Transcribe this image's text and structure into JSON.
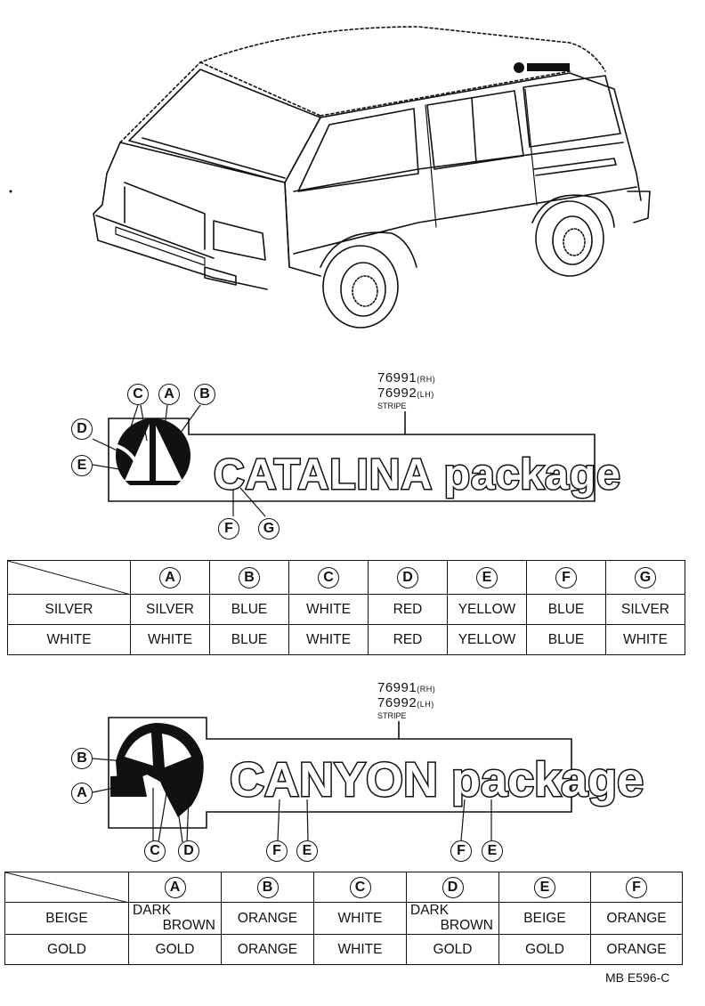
{
  "catalina": {
    "part_numbers": {
      "rh": "76991",
      "rh_suffix": "(RH)",
      "lh": "76992",
      "lh_suffix": "(LH)",
      "name": "STRIPE"
    },
    "logo_text": "CATALINA package",
    "callouts": [
      "A",
      "B",
      "C",
      "D",
      "E",
      "F",
      "G"
    ],
    "table": {
      "columns": [
        "A",
        "B",
        "C",
        "D",
        "E",
        "F",
        "G"
      ],
      "rows": [
        {
          "label": "SILVER",
          "values": [
            "SILVER",
            "BLUE",
            "WHITE",
            "RED",
            "YELLOW",
            "BLUE",
            "SILVER"
          ]
        },
        {
          "label": "WHITE",
          "values": [
            "WHITE",
            "BLUE",
            "WHITE",
            "RED",
            "YELLOW",
            "BLUE",
            "WHITE"
          ]
        }
      ]
    }
  },
  "canyon": {
    "part_numbers": {
      "rh": "76991",
      "rh_suffix": "(RH)",
      "lh": "76992",
      "lh_suffix": "(LH)",
      "name": "STRIPE"
    },
    "logo_text": "CANYON package",
    "callouts": [
      "A",
      "B",
      "C",
      "D",
      "E",
      "F"
    ],
    "table": {
      "columns": [
        "A",
        "B",
        "C",
        "D",
        "E",
        "F"
      ],
      "rows": [
        {
          "label": "BEIGE",
          "values": [
            [
              "DARK",
              "BROWN"
            ],
            "ORANGE",
            "WHITE",
            [
              "DARK",
              "BROWN"
            ],
            "BEIGE",
            "ORANGE"
          ]
        },
        {
          "label": "GOLD",
          "values": [
            "GOLD",
            "ORANGE",
            "WHITE",
            "GOLD",
            "GOLD",
            "ORANGE"
          ]
        }
      ]
    }
  },
  "reference": "MB E596-C"
}
